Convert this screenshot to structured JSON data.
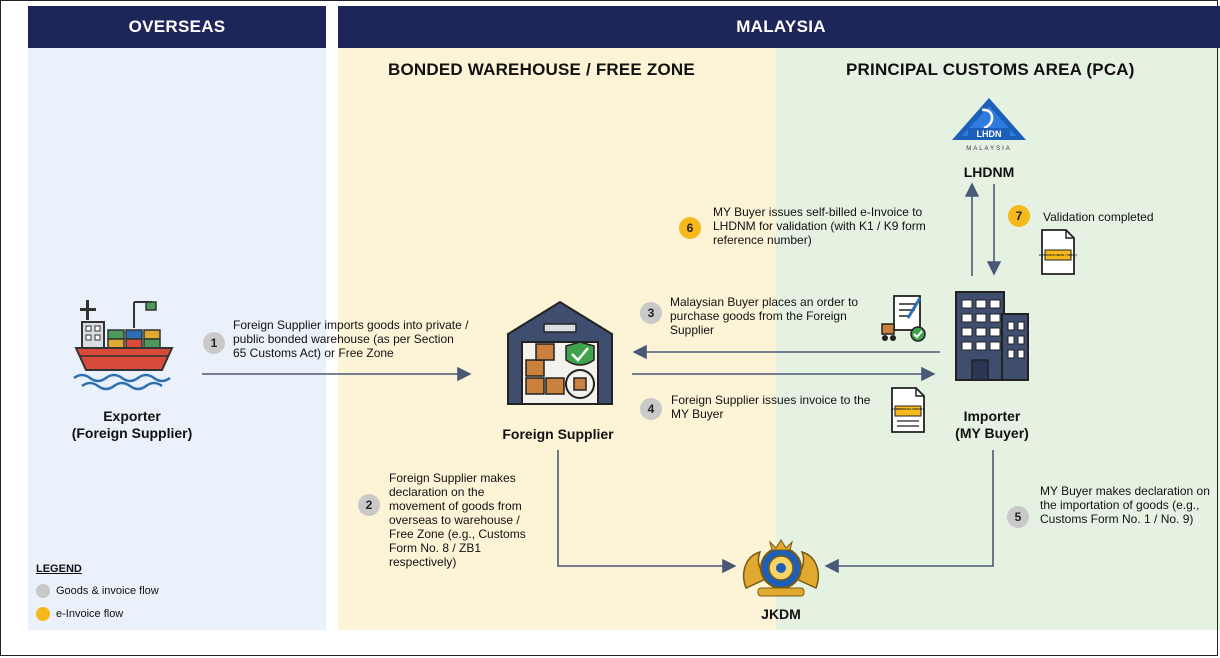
{
  "headers": {
    "overseas": "OVERSEAS",
    "malaysia": "MALAYSIA"
  },
  "sections": {
    "bonded": "BONDED WAREHOUSE / FREE ZONE",
    "pca": "PRINCIPAL CUSTOMS AREA (PCA)"
  },
  "nodes": {
    "exporter_line1": "Exporter",
    "exporter_line2": "(Foreign Supplier)",
    "foreign_supplier": "Foreign Supplier",
    "importer_line1": "Importer",
    "importer_line2": "(MY Buyer)",
    "lhdnm": "LHDNM",
    "jkdm": "JKDM"
  },
  "logos": {
    "lhdn_text": "LHDN",
    "lhdn_sub": "MALAYSIA"
  },
  "docs": {
    "einvoice_label": "E-INVOICE (SBRL / VDOC)",
    "commercial_label": "COMMERCIAL INVOICE"
  },
  "steps": {
    "s1": {
      "num": "1",
      "text": "Foreign Supplier imports goods into private / public bonded warehouse (as per Section 65 Customs Act) or Free Zone"
    },
    "s2": {
      "num": "2",
      "text": "Foreign Supplier makes declaration on the movement of goods from overseas to warehouse / Free Zone (e.g., Customs Form No. 8 / ZB1 respectively)"
    },
    "s3": {
      "num": "3",
      "text": "Malaysian Buyer places an order to purchase goods from the Foreign Supplier"
    },
    "s4": {
      "num": "4",
      "text": "Foreign Supplier issues invoice to the MY Buyer"
    },
    "s5": {
      "num": "5",
      "text": "MY Buyer makes declaration on the importation of goods (e.g., Customs Form No. 1 / No. 9)"
    },
    "s6": {
      "num": "6",
      "text": "MY Buyer issues self-billed e-Invoice to LHDNM for validation (with K1 / K9 form reference number)"
    },
    "s7": {
      "num": "7",
      "text": "Validation completed"
    }
  },
  "legend": {
    "title": "LEGEND",
    "goods": "Goods & invoice flow",
    "einvoice": "e-Invoice flow"
  },
  "colors": {
    "navy": "#1e2559",
    "overseas_bg": "#eaf1fb",
    "bonded_bg": "#fdf3d6",
    "pca_bg": "#e6f2e1",
    "step_grey": "#c9c9c9",
    "step_yellow": "#f7b81c",
    "arrow": "#4a5878"
  }
}
